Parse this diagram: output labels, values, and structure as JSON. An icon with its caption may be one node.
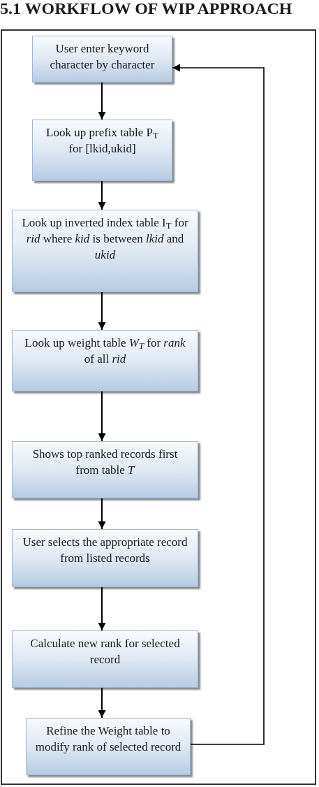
{
  "diagram": {
    "title": "5.1 WORKFLOW OF WIP APPROACH",
    "nodes": [
      {
        "text": [
          "User enter keyword character by character"
        ]
      },
      {
        "text": [
          "Look up prefix table P$_{T}$ for [lkid,ukid]"
        ]
      },
      {
        "text": [
          "Look up inverted index table I$_{T}$ for *rid* where *kid* is between *lkid* and *ukid*"
        ]
      },
      {
        "text": [
          "Look up weight table *W$_{T}$* for *rank* of all *rid*"
        ]
      },
      {
        "text": [
          "Shows top ranked records first from table *T*"
        ]
      },
      {
        "text": [
          "User selects the appropriate record from listed records"
        ]
      },
      {
        "text": [
          "Calculate new rank for selected record"
        ]
      },
      {
        "text": [
          "Refine the Weight table to modify rank of selected record"
        ]
      }
    ],
    "edges": [
      {
        "from": 0,
        "to": 1,
        "arrow": "to"
      },
      {
        "from": 1,
        "to": 2,
        "arrow": "to"
      },
      {
        "from": 2,
        "to": 3,
        "arrow": "to"
      },
      {
        "from": 3,
        "to": 4,
        "arrow": "to"
      },
      {
        "from": 4,
        "to": 5,
        "arrow": "to"
      },
      {
        "from": 5,
        "to": 6,
        "arrow": "to"
      },
      {
        "from": 6,
        "to": 7,
        "arrow": "to"
      },
      {
        "from": 7,
        "to": 0,
        "arrow": "to"
      }
    ]
  }
}
